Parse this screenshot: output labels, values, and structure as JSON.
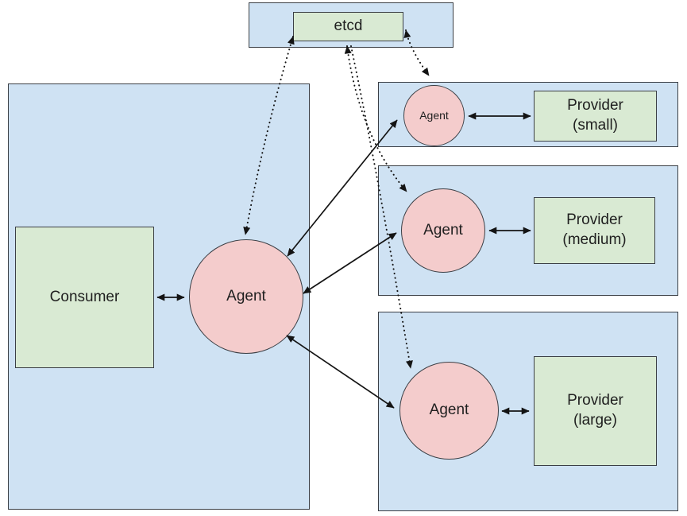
{
  "colors": {
    "cluster_fill": "#cfe2f3",
    "node_green_fill": "#d9ead3",
    "node_pink_fill": "#f4cccc",
    "border_color": "#3b3f45",
    "line_color": "#141414",
    "text_color": "#1f1f1f"
  },
  "nodes": {
    "etcd": {
      "label": "etcd"
    },
    "consumer": {
      "label": "Consumer"
    },
    "main_agent": {
      "label": "Agent"
    },
    "small": {
      "agent_label": "Agent",
      "provider_line1": "Provider",
      "provider_line2": "(small)"
    },
    "medium": {
      "agent_label": "Agent",
      "provider_line1": "Provider",
      "provider_line2": "(medium)"
    },
    "large": {
      "agent_label": "Agent",
      "provider_line1": "Provider",
      "provider_line2": "(large)"
    }
  },
  "connections": [
    {
      "from": "etcd",
      "to": "main_agent",
      "style": "dotted",
      "arrows": "both"
    },
    {
      "from": "etcd",
      "to": "medium_agent",
      "style": "dotted",
      "arrows": "both"
    },
    {
      "from": "etcd",
      "to": "large_agent",
      "style": "dotted",
      "arrows": "end"
    },
    {
      "from": "etcd",
      "to": "small_agent",
      "style": "dotted",
      "arrows": "both"
    },
    {
      "from": "consumer",
      "to": "main_agent",
      "style": "solid",
      "arrows": "both"
    },
    {
      "from": "main_agent",
      "to": "small_agent",
      "style": "solid",
      "arrows": "both"
    },
    {
      "from": "main_agent",
      "to": "medium_agent",
      "style": "solid",
      "arrows": "both"
    },
    {
      "from": "main_agent",
      "to": "large_agent",
      "style": "solid",
      "arrows": "both"
    },
    {
      "from": "small_agent",
      "to": "small_provider",
      "style": "solid",
      "arrows": "both"
    },
    {
      "from": "medium_agent",
      "to": "medium_provider",
      "style": "solid",
      "arrows": "both"
    },
    {
      "from": "large_agent",
      "to": "large_provider",
      "style": "solid",
      "arrows": "both"
    }
  ]
}
